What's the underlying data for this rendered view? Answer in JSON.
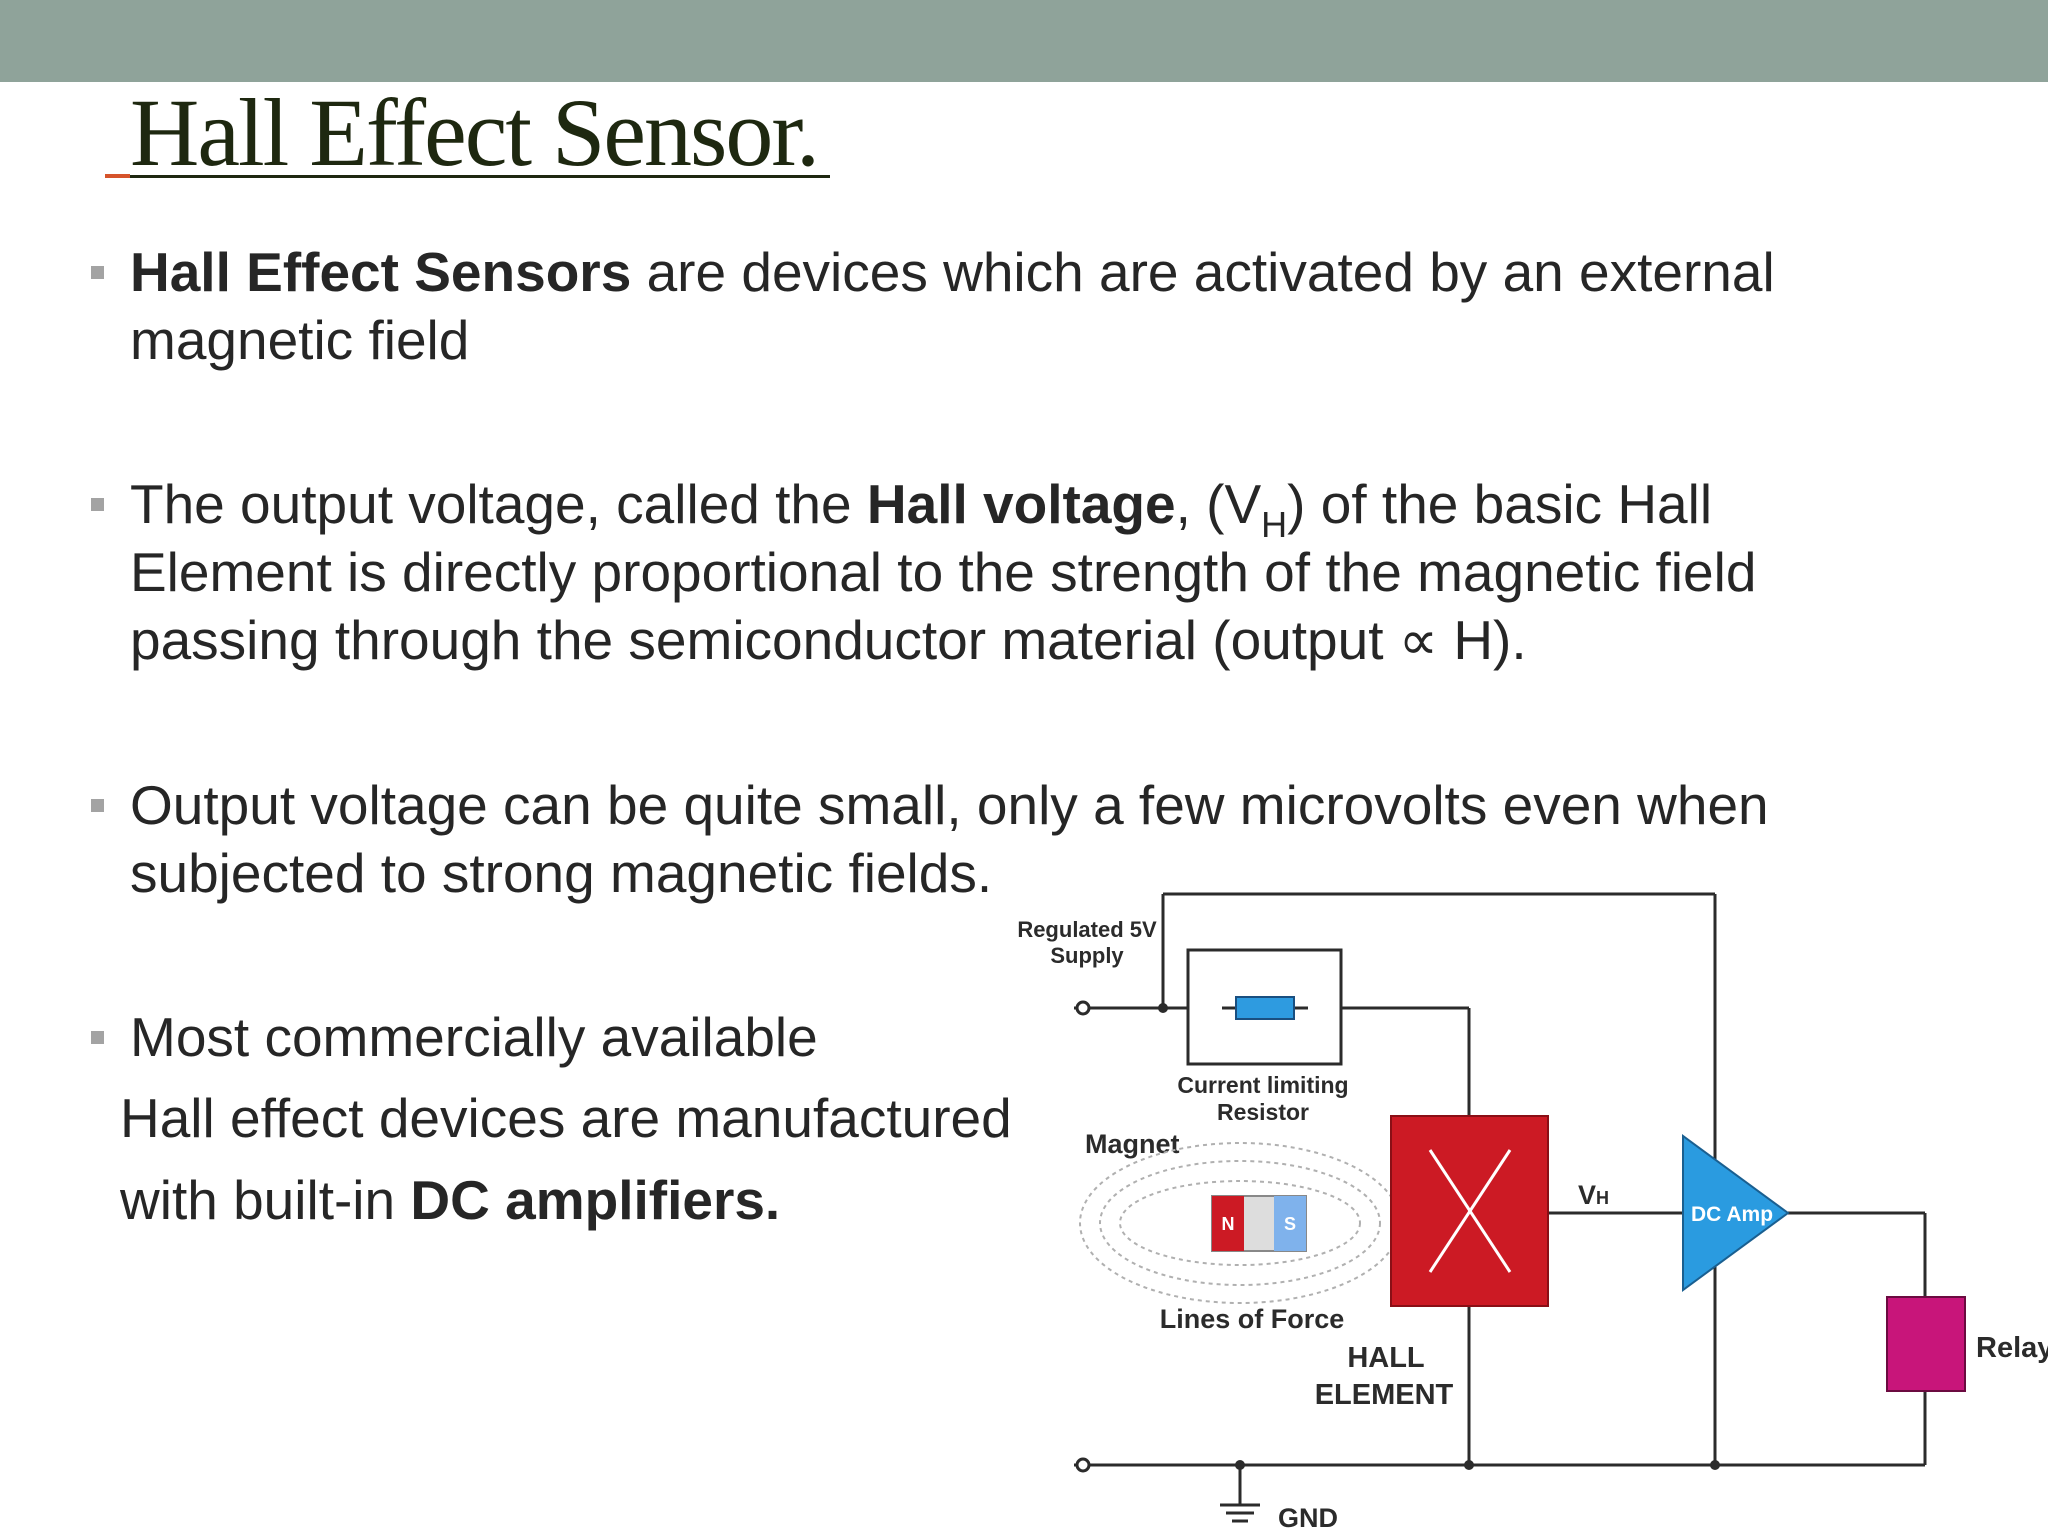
{
  "slide": {
    "title": "Hall Effect Sensor.",
    "bullets": [
      {
        "bold": "Hall Effect Sensors",
        "line1_rest": " are devices which are activated by an external",
        "line2": "magnetic field"
      },
      {
        "line1_pre": " The output voltage, called the ",
        "line1_bold": "Hall voltage",
        "line1_mid": ", (V",
        "line1_sub": "H",
        "line1_post": ") of the basic Hall",
        "line2": "Element is directly proportional to the strength of the magnetic field",
        "line3": "passing through the semiconductor material (output ∝ H)."
      },
      {
        "line1": "Output voltage can be quite small, only a few microvolts even when",
        "line2": "subjected to strong magnetic fields."
      },
      {
        "line1": "Most commercially available",
        "line2": "Hall effect devices are manufactured",
        "line3_pre": "with built-in ",
        "line3_bold": "DC amplifiers."
      }
    ]
  },
  "diagram": {
    "supply_label_1": "Regulated 5V",
    "supply_label_2": "Supply",
    "resistor_label_1": "Current limiting",
    "resistor_label_2": "Resistor",
    "magnet_label": "Magnet",
    "magnet_n": "N",
    "magnet_s": "S",
    "lines_label": "Lines of Force",
    "hall_label_1": "HALL",
    "hall_label_2": "ELEMENT",
    "vh_label": "V",
    "vh_sub": "H",
    "amp_label": "DC Amp",
    "relay_label": "Relay",
    "gnd_label": "GND",
    "colors": {
      "hall_element": "#cc1a24",
      "amplifier": "#2a9be0",
      "relay": "#c8157a",
      "resistor": "#2e9be0",
      "magnet_n": "#cc1a24",
      "magnet_s": "#7fb2ec"
    }
  }
}
